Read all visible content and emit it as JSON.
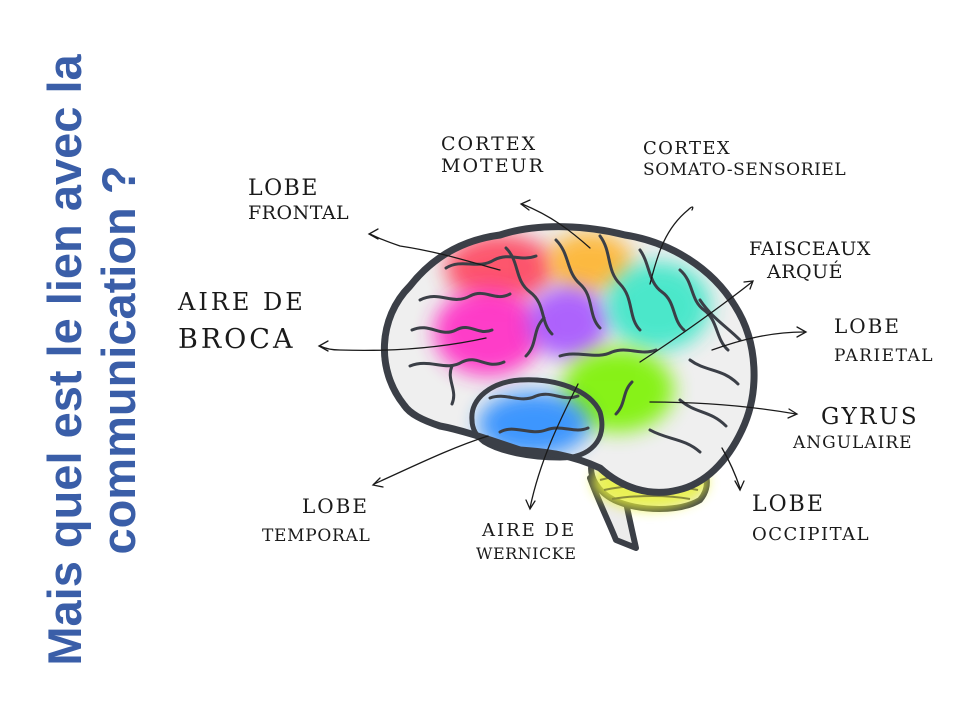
{
  "title": {
    "line1": "Mais quel est le lien avec la",
    "line2": "communication ?"
  },
  "colors": {
    "title": "#3a5ea8",
    "frontal": "#ff3b57",
    "motor": "#ffb020",
    "broca": "#ff2bc4",
    "somato": "#2fe5c4",
    "wernicke": "#7cf200",
    "temporal": "#2a8cff",
    "cerebellum": "#e9f23a",
    "arcuate": "#a24cff"
  },
  "labels": {
    "cortex_moteur": {
      "line1": "Cortex",
      "line2": "Moteur"
    },
    "cortex_somato": {
      "line1": "Cortex",
      "line2": "Somato-sensoriel"
    },
    "lobe_frontal": {
      "line1": "Lobe",
      "line2": "Frontal"
    },
    "faisceau_arque": {
      "line1": "Faisceaux",
      "line2": "Arqué"
    },
    "aire_broca": {
      "line1": "Aire de",
      "line2": "Broca"
    },
    "lobe_parietal": {
      "line1": "Lobe",
      "line2": "Parietal"
    },
    "gyrus_angulaire": {
      "line1": "Gyrus",
      "line2": "Angulaire"
    },
    "lobe_temporal": {
      "line1": "Lobe",
      "line2": "Temporal"
    },
    "aire_wernicke": {
      "line1": "Aire de",
      "line2": "Wernicke"
    },
    "lobe_occipital": {
      "line1": "Lobe",
      "line2": "Occipital"
    }
  }
}
